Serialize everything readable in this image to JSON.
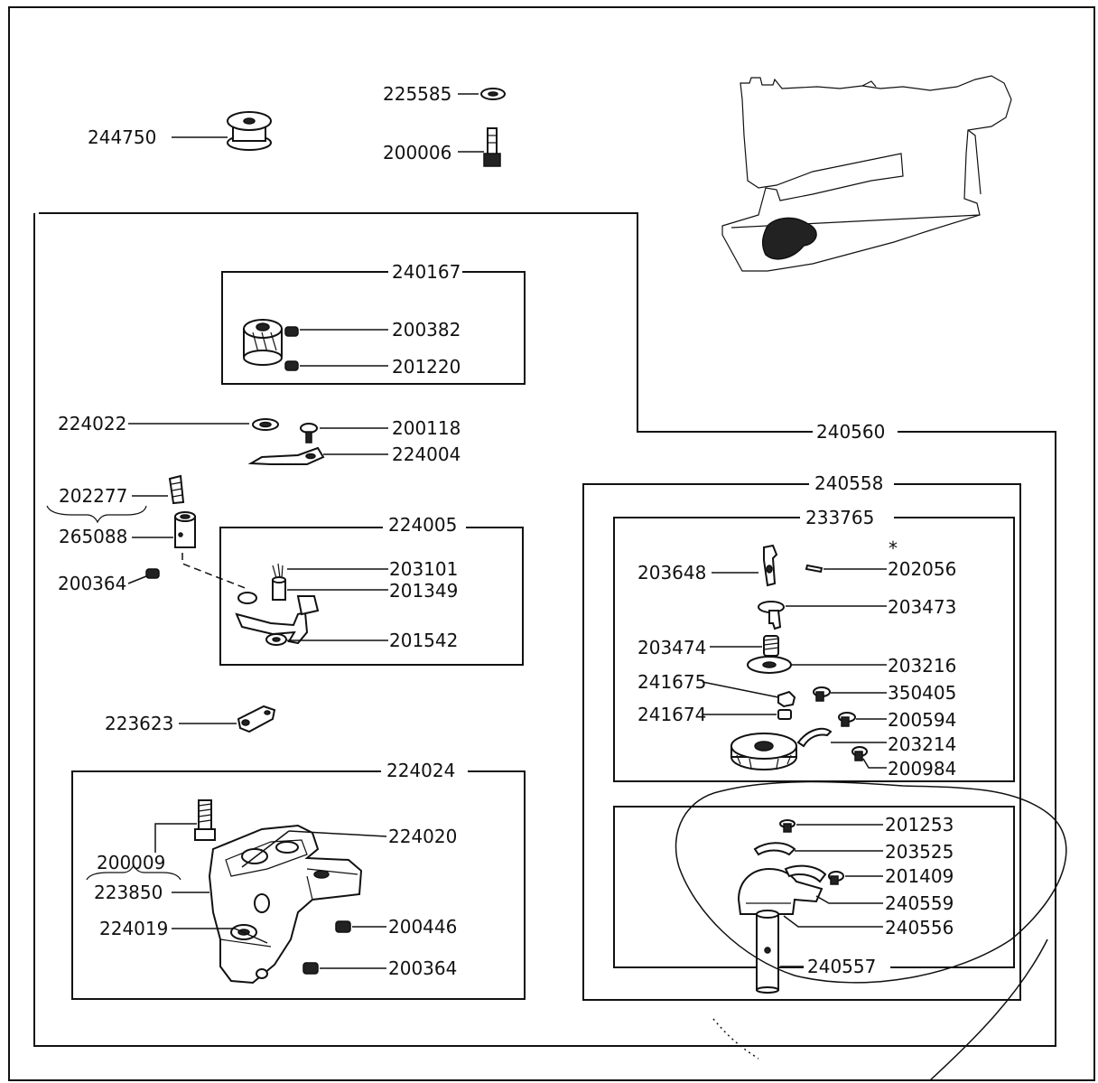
{
  "parts": {
    "p244750": "244750",
    "p225585": "225585",
    "p200006": "200006",
    "p240167": "240167",
    "p200382": "200382",
    "p201220": "201220",
    "p224022": "224022",
    "p200118": "200118",
    "p224004": "224004",
    "p240560": "240560",
    "p202277": "202277",
    "p265088": "265088",
    "p224005": "224005",
    "p200364a": "200364",
    "p203101": "203101",
    "p201349": "201349",
    "p201542": "201542",
    "p223623": "223623",
    "p224024": "224024",
    "p200009": "200009",
    "p224020": "224020",
    "p223850": "223850",
    "p224019": "224019",
    "p200446": "200446",
    "p200364b": "200364",
    "p240558": "240558",
    "p233765": "233765",
    "p203648": "203648",
    "p202056": "202056",
    "p203473": "203473",
    "p203474": "203474",
    "p203216": "203216",
    "p241675": "241675",
    "p350405": "350405",
    "p241674": "241674",
    "p200594": "200594",
    "p203214": "203214",
    "p200984": "200984",
    "p201253": "201253",
    "p203525": "203525",
    "p201409": "201409",
    "p240559": "240559",
    "p240556": "240556",
    "p240557": "240557"
  },
  "marks": {
    "asterisk": "*"
  }
}
